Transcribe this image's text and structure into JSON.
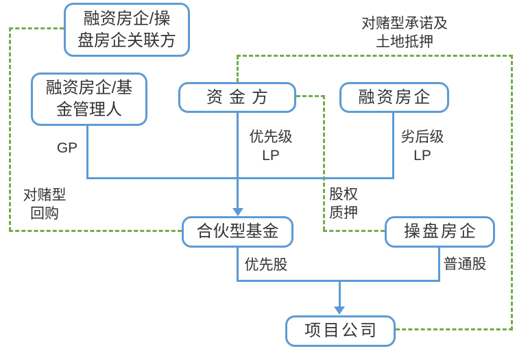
{
  "diagram": {
    "nodes": {
      "related_party": {
        "line1": "融资房企/操",
        "line2": "盘房企关联方"
      },
      "fund_manager": {
        "line1": "融资房企/基",
        "line2": "金管理人"
      },
      "capital_provider": {
        "label": "资金方"
      },
      "financing_developer": {
        "label": "融资房企"
      },
      "partnership_fund": {
        "label": "合伙型基金"
      },
      "operating_developer": {
        "label": "操盘房企"
      },
      "project_company": {
        "label": "项目公司"
      }
    },
    "edge_labels": {
      "gp": "GP",
      "senior": {
        "line1": "优先级",
        "line2": "LP"
      },
      "junior": {
        "line1": "劣后级",
        "line2": "LP"
      },
      "bet_repurchase": {
        "line1": "对赌型",
        "line2": "回购"
      },
      "equity_pledge": {
        "line1": "股权",
        "line2": "质押"
      },
      "bet_commitment": {
        "line1": "对赌型承诺及",
        "line2": "土地抵押"
      },
      "preferred_shares": "优先股",
      "common_shares": "普通股"
    },
    "colors": {
      "node_border": "#5B9BD5",
      "connector_solid": "#5B9BD5",
      "connector_dashed": "#70AD47",
      "text": "#333333"
    }
  }
}
